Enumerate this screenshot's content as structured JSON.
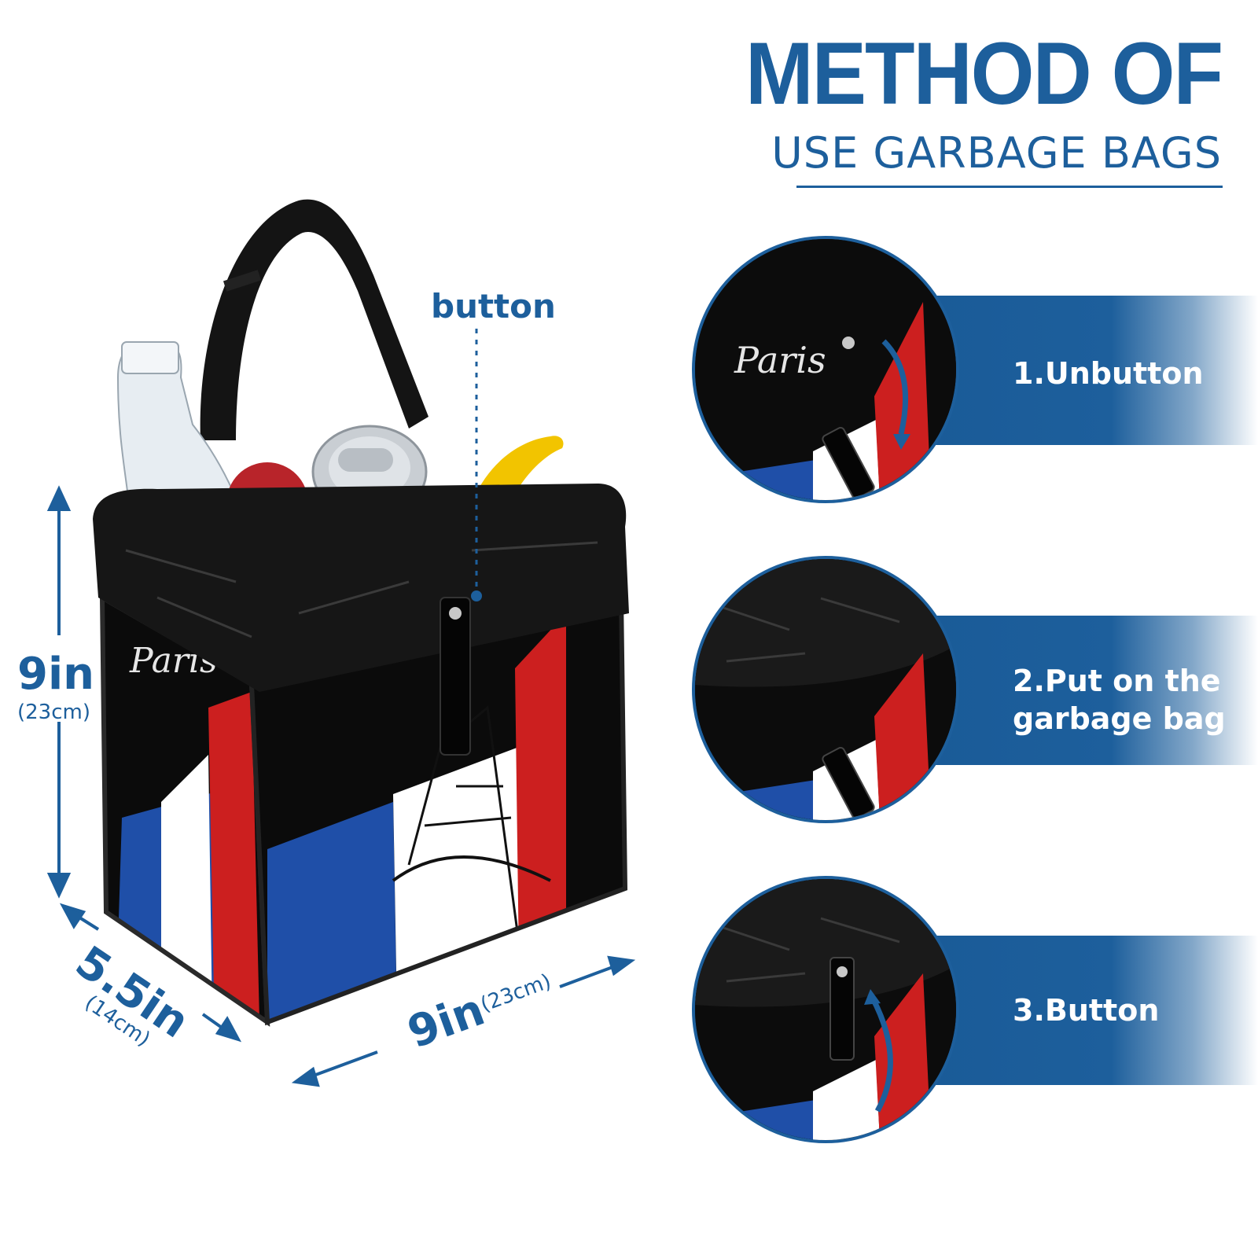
{
  "header": {
    "title": "METHOD OF",
    "subtitle": "USE GARBAGE BAGS"
  },
  "callout": {
    "button_label": "button"
  },
  "dimensions": {
    "height": {
      "value": "9in",
      "metric": "(23cm)"
    },
    "depth": {
      "value": "5.5in",
      "metric": "(14cm)"
    },
    "width": {
      "value": "9in",
      "metric": "(23cm)"
    }
  },
  "product": {
    "print_text": "Paris",
    "flag_colors": [
      "#1f4fa8",
      "#ffffff",
      "#cc1f1f"
    ]
  },
  "steps": [
    {
      "label": "1.Unbutton"
    },
    {
      "label": "2.Put on the garbage bag"
    },
    {
      "label": "3.Button"
    }
  ],
  "colors": {
    "accent": "#1d5f9c",
    "background": "#ffffff"
  }
}
